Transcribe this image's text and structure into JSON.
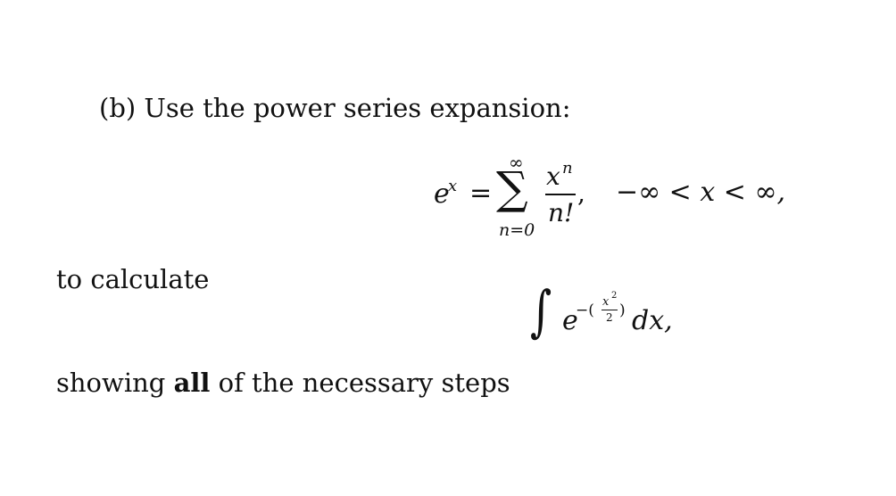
{
  "part_label": "(b)",
  "intro": "Use the power series expansion:",
  "series": {
    "lhs_base": "e",
    "lhs_exp": "x",
    "equals": "=",
    "sigma": "∑",
    "upper": "∞",
    "lower": "n=0",
    "numerator_base": "x",
    "numerator_exp": "n",
    "denominator": "n!",
    "comma": ",",
    "range": "−∞ < x < ∞,"
  },
  "calc_text": "to calculate",
  "integral": {
    "sign": "∫",
    "base": "e",
    "exp_prefix": "−(",
    "exp_num_base": "x",
    "exp_num_pow": "2",
    "exp_den": "2",
    "exp_suffix": ")",
    "tail": "dx,"
  },
  "steps_before": "showing",
  "steps_bold": "all",
  "steps_after": "of the necessary steps"
}
